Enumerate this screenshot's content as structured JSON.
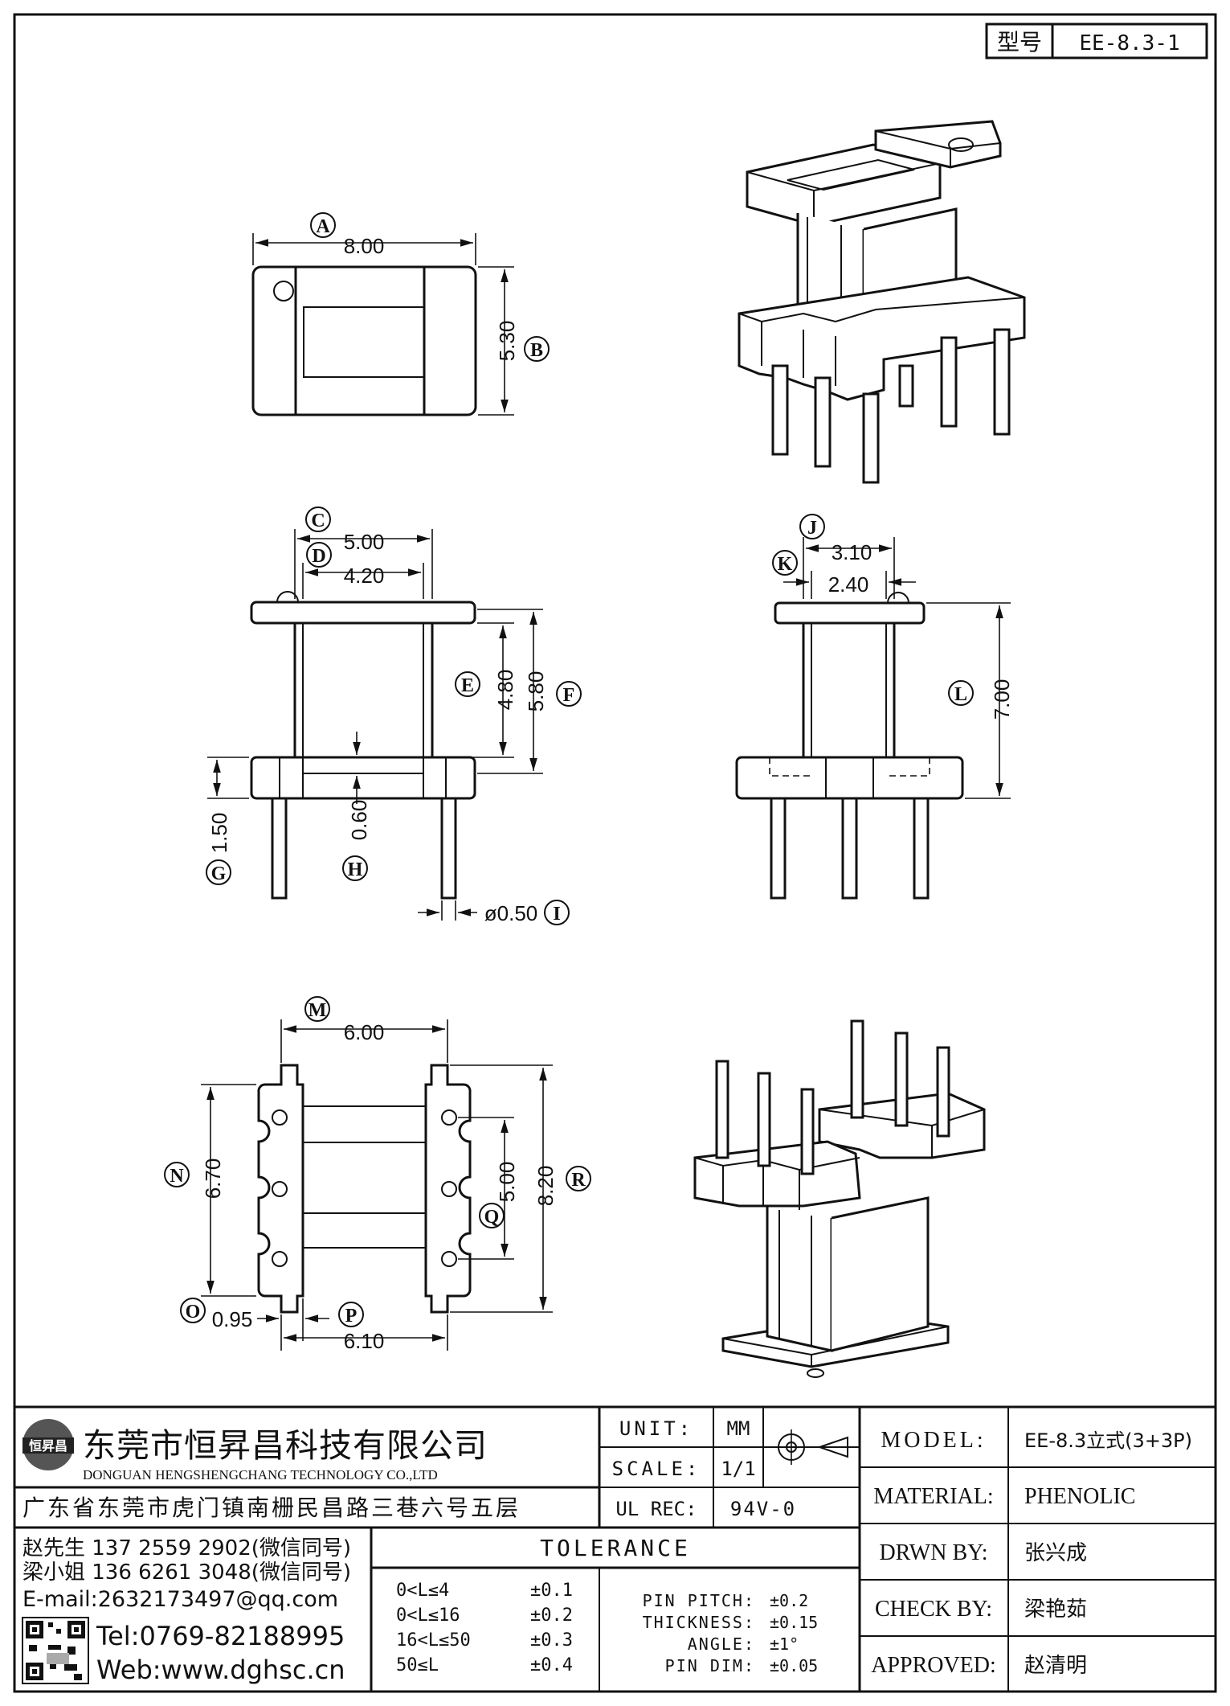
{
  "header": {
    "model_label": "型号",
    "model_value": "EE-8.3-1"
  },
  "views": {
    "top": {
      "dim_a": "8.00",
      "dim_b": "5.30"
    },
    "front": {
      "dim_c": "5.00",
      "dim_d": "4.20",
      "dim_e": "4.80",
      "dim_f": "5.80",
      "dim_g": "1.50",
      "dim_h": "0.60",
      "dim_i": "ø0.50"
    },
    "side": {
      "dim_j": "3.10",
      "dim_k": "2.40",
      "dim_l": "7.00"
    },
    "bottom": {
      "dim_m": "6.00",
      "dim_n": "6.70",
      "dim_q": "5.00",
      "dim_r": "8.20",
      "dim_o": "0.95",
      "dim_p": "6.10"
    },
    "labels": [
      "A",
      "B",
      "C",
      "D",
      "E",
      "F",
      "G",
      "H",
      "I",
      "J",
      "K",
      "L",
      "M",
      "N",
      "O",
      "P",
      "Q",
      "R"
    ]
  },
  "company": {
    "name_cn": "东莞市恒昇昌科技有限公司",
    "name_en": "DONGUAN HENGSHENGCHANG TECHNOLOGY CO.,LTD",
    "logo_text": "恒昇昌",
    "address": "广东省东莞市虎门镇南栅民昌路三巷六号五层",
    "contact_1": "赵先生 137 2559 2902(微信同号)",
    "contact_2": "梁小姐 136 6261 3048(微信同号)",
    "email": "E-mail:2632173497@qq.com",
    "tel": "Tel:0769-82188995",
    "web": "Web:www.dghsc.cn"
  },
  "specs": {
    "unit_label": "UNIT:",
    "unit_value": "MM",
    "scale_label": "SCALE:",
    "scale_value": "1/1",
    "ul_label": "UL REC:",
    "ul_value": "94V-0"
  },
  "tolerance": {
    "title": "TOLERANCE",
    "ranges": [
      {
        "range": "0<L≤4",
        "value": "±0.1"
      },
      {
        "range": "0<L≤16",
        "value": "±0.2"
      },
      {
        "range": "16<L≤50",
        "value": "±0.3"
      },
      {
        "range": "50≤L",
        "value": "±0.4"
      }
    ],
    "items": [
      {
        "name": "PIN PITCH:",
        "value": "±0.2"
      },
      {
        "name": "THICKNESS:",
        "value": "±0.15"
      },
      {
        "name": "ANGLE:",
        "value": "±1°"
      },
      {
        "name": "PIN DIM:",
        "value": "±0.05"
      }
    ]
  },
  "title_block": {
    "model_label": "MODEL:",
    "model_value": "EE-8.3立式(3+3P)",
    "material_label": "MATERIAL:",
    "material_value": "PHENOLIC",
    "drawn_label": "DRWN BY:",
    "drawn_value": "张兴成",
    "check_label": "CHECK BY:",
    "check_value": "梁艳茹",
    "approved_label": "APPROVED:",
    "approved_value": "赵清明"
  }
}
